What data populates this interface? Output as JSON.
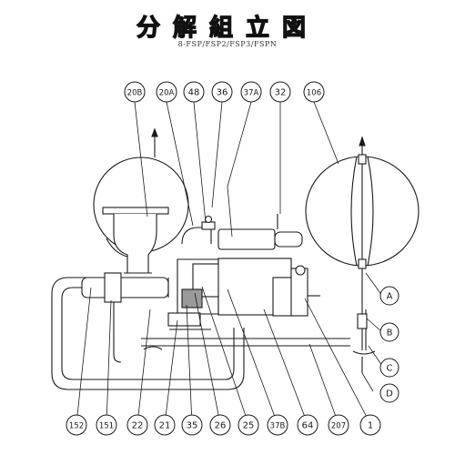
{
  "header": {
    "title": "分解組立図",
    "model": "8-FSP/FSP2/FSP3/FSPN"
  },
  "callouts_top": [
    "20B",
    "20A",
    "48",
    "36",
    "37A",
    "32",
    "106"
  ],
  "callouts_right": [
    "A",
    "B",
    "C",
    "D"
  ],
  "callouts_bottom": [
    "152",
    "151",
    "22",
    "21",
    "35",
    "26",
    "25",
    "37B",
    "64",
    "207",
    "1"
  ],
  "colors": {
    "line": "#1a1a1a",
    "fill": "#ffffff",
    "shade": "#9a9a9a"
  }
}
